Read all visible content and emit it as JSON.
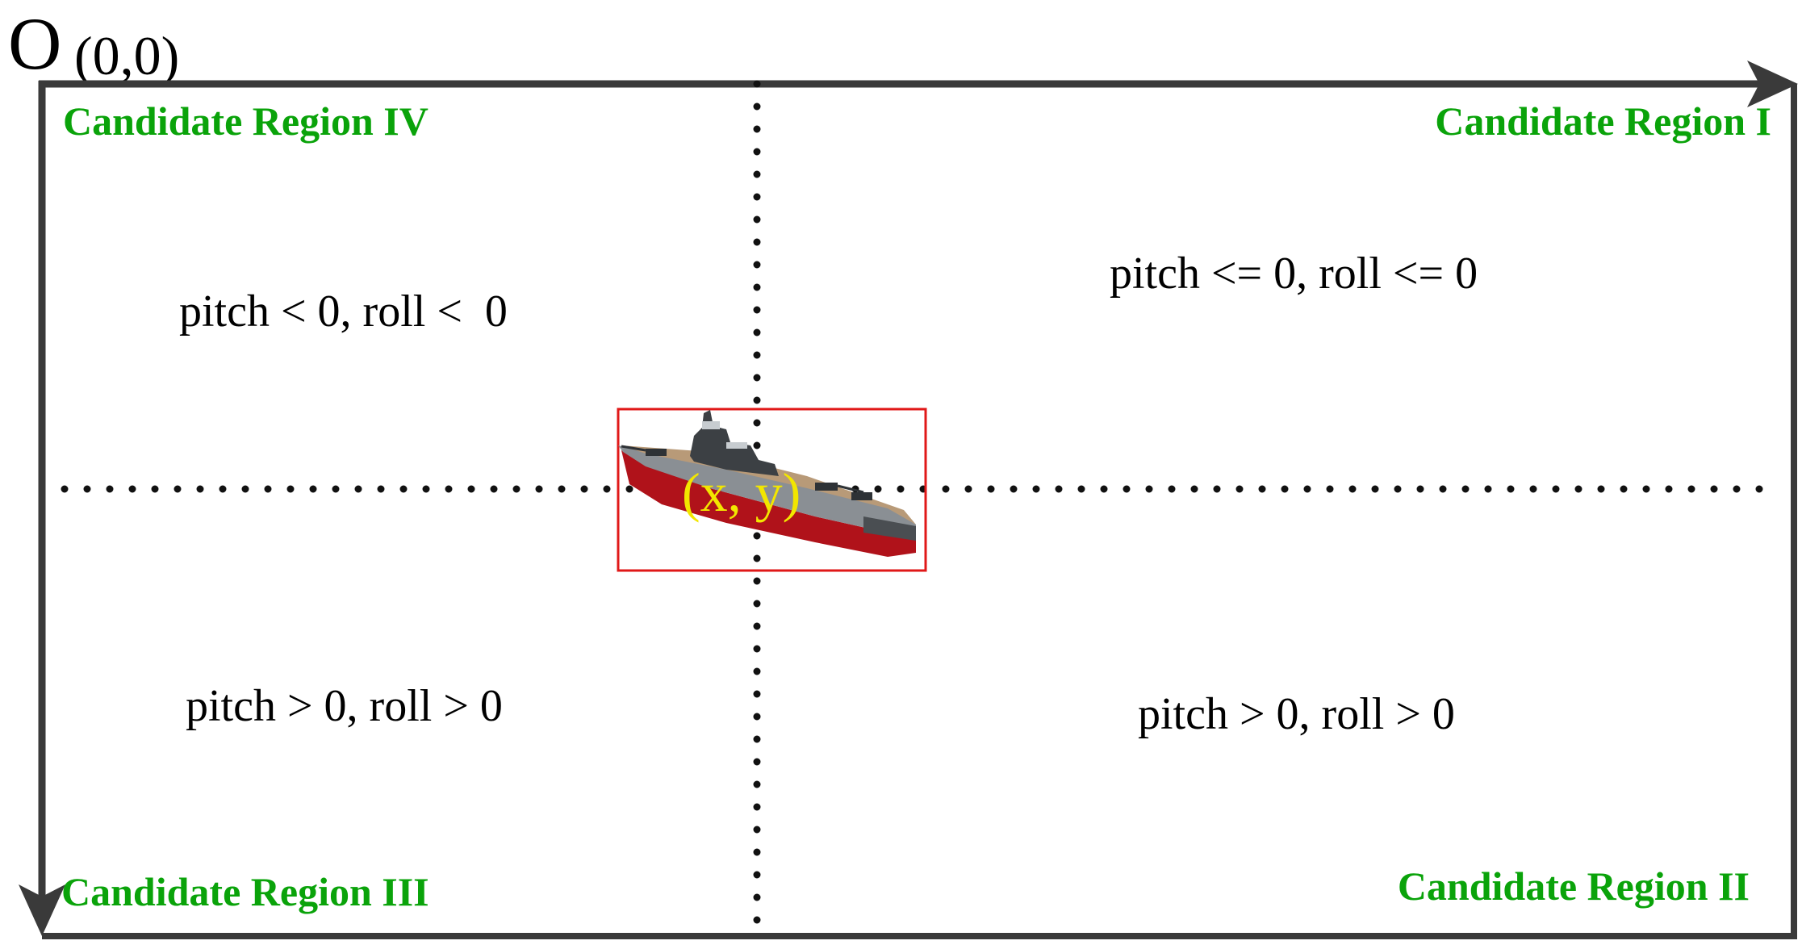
{
  "origin": {
    "letter": "O",
    "coords": "(0,0)"
  },
  "regions": {
    "region_iv": {
      "label": "Candidate Region IV",
      "condition": "pitch < 0, roll <  0"
    },
    "region_i": {
      "label": "Candidate Region I",
      "condition": "pitch <= 0, roll <= 0"
    },
    "region_iii": {
      "label": "Candidate Region III",
      "condition": "pitch > 0, roll > 0"
    },
    "region_ii": {
      "label": "Candidate Region II",
      "condition": "pitch > 0, roll > 0"
    }
  },
  "center_point": {
    "label": "(x, y)"
  },
  "colors": {
    "frame": "#3a3a3a",
    "region_label": "#0aa30a",
    "center_label": "#f2e600",
    "bounding_box": "#e01818",
    "divider": "#111111"
  },
  "icons": {
    "ship": "battleship-icon",
    "x_axis_arrow": "arrow-right-icon",
    "y_axis_arrow": "arrow-down-icon"
  }
}
